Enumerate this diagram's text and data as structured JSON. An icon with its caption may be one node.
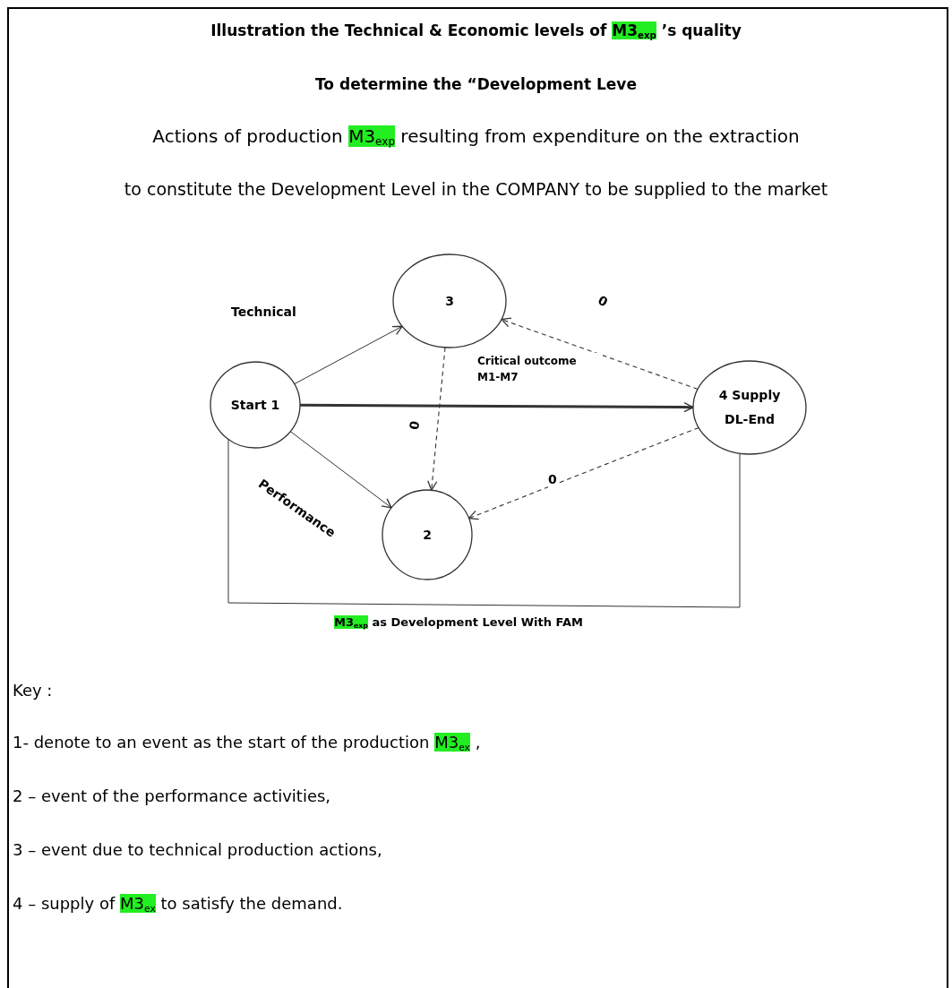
{
  "diagram": {
    "title": "Illustration the Technical & Economic levels of M3$_{exp}$ ’s quality",
    "nodes": [
      {
        "text": [
          "Start 1"
        ]
      },
      {
        "text": [
          "3"
        ]
      },
      {
        "text": [
          "4 Supply DL-End"
        ]
      },
      {
        "text": [
          "2"
        ]
      }
    ],
    "edges": [
      {
        "from": 0,
        "to": 1,
        "arrow": "to",
        "label": "Technical"
      },
      {
        "from": 0,
        "to": 2,
        "arrow": "to",
        "style": "thick",
        "label": "Critical outcome M1-M7"
      },
      {
        "from": 0,
        "to": 3,
        "arrow": "to",
        "label": "Performance"
      },
      {
        "from": 1,
        "to": 3,
        "arrow": "to",
        "style": "dashed",
        "label": "0"
      },
      {
        "from": 2,
        "to": 1,
        "arrow": "to",
        "style": "dashed",
        "label": "0"
      },
      {
        "from": 2,
        "to": 3,
        "arrow": "to",
        "style": "dashed",
        "label": "0"
      },
      {
        "from": 0,
        "to": 2,
        "arrow": "none",
        "label": "M3$_{exp}$ as Development Level With FAM"
      }
    ],
    "labels": [
      "To determine the “Development Leve",
      "Actions of production M3$_{exp}$ resulting from expenditure on the extraction",
      "to constitute the Development Level in the COMPANY to be supplied to the market",
      "Key :",
      "1- denote to an event as the start of the production M3$_{ex}$ ,",
      "2 – event of the performance activities,",
      "3 – event due to technical production actions,",
      "4 – supply of M3$_{ex}$ to satisfy the demand."
    ]
  }
}
